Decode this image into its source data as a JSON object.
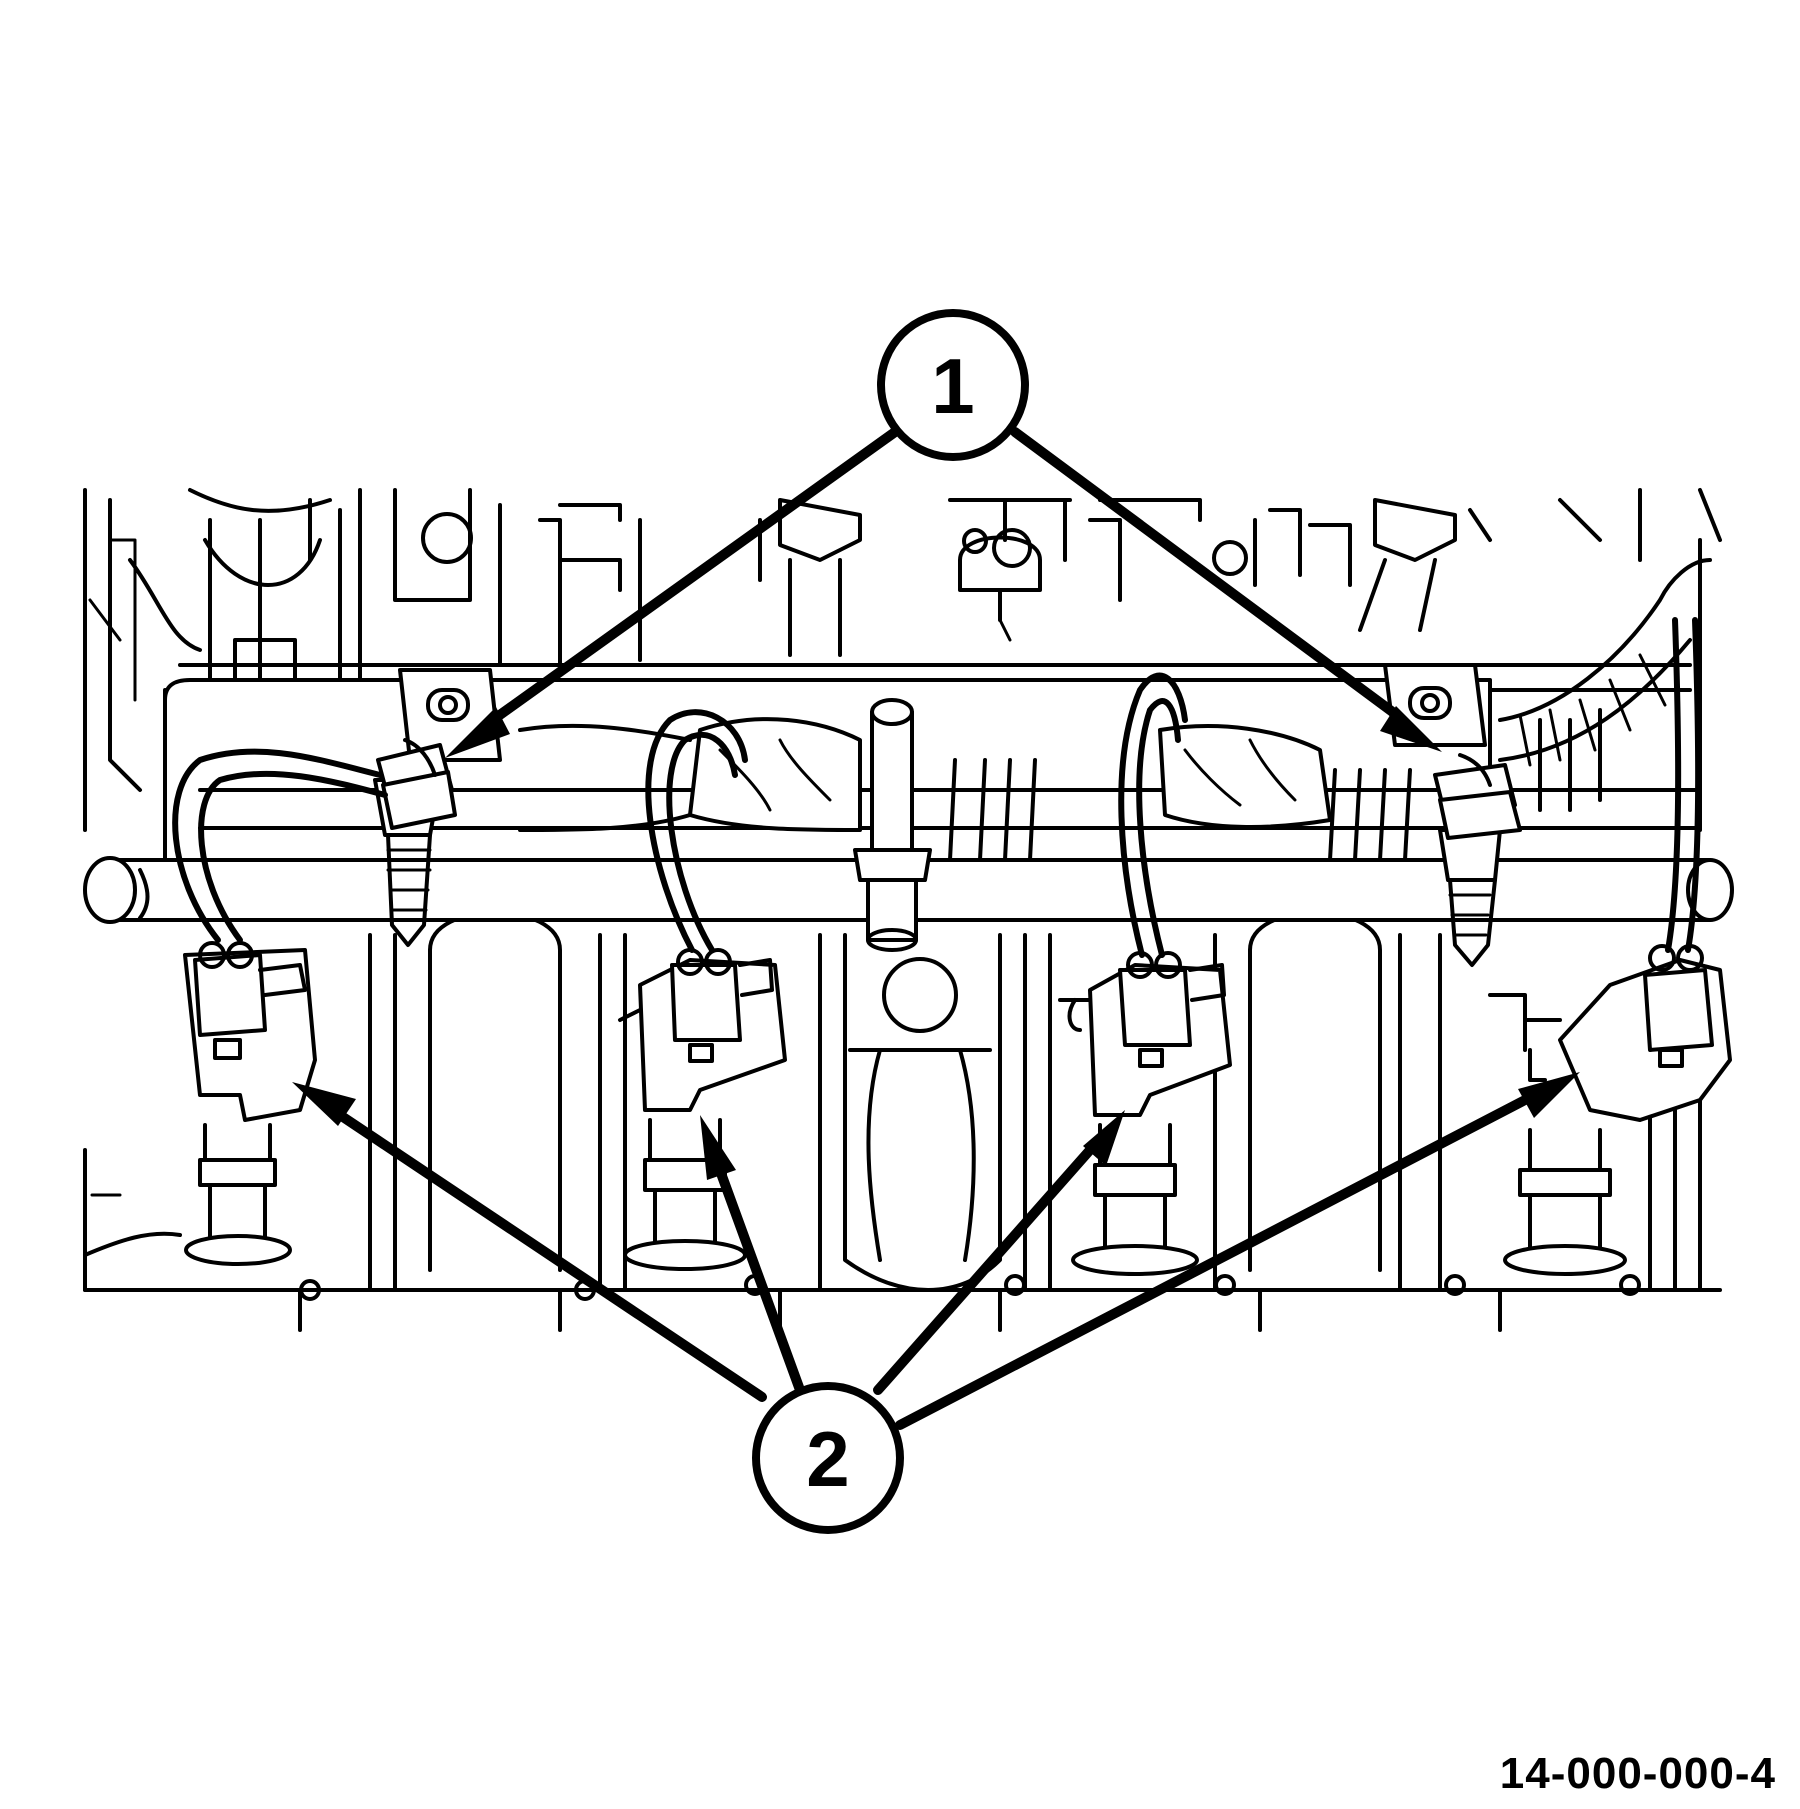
{
  "callouts": [
    {
      "id": "1",
      "label": "1"
    },
    {
      "id": "2",
      "label": "2"
    }
  ],
  "figure_id": "14-000-000-4"
}
